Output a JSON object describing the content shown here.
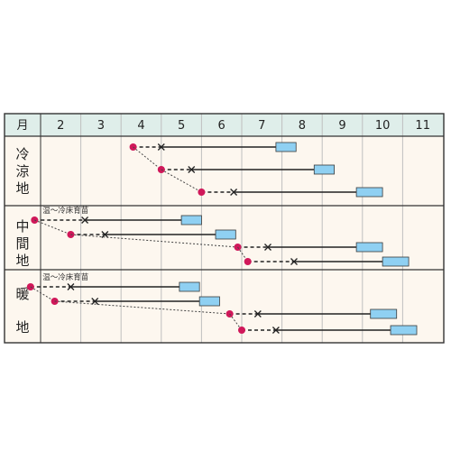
{
  "chart_data": {
    "type": "gantt",
    "corner_label": "月",
    "months": [
      "2",
      "3",
      "4",
      "5",
      "6",
      "7",
      "8",
      "9",
      "10",
      "11"
    ],
    "colors": {
      "background": "#fdf7ef",
      "grid": "#bfbfbf",
      "frame": "#333333",
      "header": "#dfeeea",
      "sow_marker": "#d0185a",
      "plant_marker": "#222222",
      "harvest_fill": "#8fd0f2",
      "harvest_stroke": "#3a3a3a"
    },
    "legend_semantics": {
      "dot": "sowing",
      "x": "planting",
      "solid_line": "growing",
      "box": "harvest"
    },
    "regions": [
      {
        "name": "冷涼地",
        "chars": [
          "冷",
          "涼",
          "地"
        ],
        "note": "",
        "rows": [
          {
            "sow": 4.3,
            "plant": 5.0,
            "harvest_start": 7.85,
            "harvest_end": 8.35
          },
          {
            "sow": 5.0,
            "plant": 5.75,
            "harvest_start": 8.8,
            "harvest_end": 9.3
          },
          {
            "sow": 6.0,
            "plant": 6.8,
            "harvest_start": 9.85,
            "harvest_end": 10.5
          }
        ]
      },
      {
        "name": "中間地",
        "chars": [
          "中",
          "間",
          "地"
        ],
        "note": "温～冷床育苗",
        "rows": [
          {
            "sow": 1.85,
            "plant": 3.1,
            "harvest_start": 5.5,
            "harvest_end": 6.0
          },
          {
            "sow": 2.75,
            "plant": 3.6,
            "harvest_start": 6.35,
            "harvest_end": 6.85
          },
          {
            "sow": 6.9,
            "plant": 7.65,
            "harvest_start": 9.85,
            "harvest_end": 10.5
          },
          {
            "sow": 7.15,
            "plant": 8.3,
            "harvest_start": 10.5,
            "harvest_end": 11.15
          }
        ]
      },
      {
        "name": "暖地",
        "chars": [
          "暖",
          "地"
        ],
        "note": "温～冷床育苗",
        "rows": [
          {
            "sow": 1.75,
            "plant": 2.75,
            "harvest_start": 5.45,
            "harvest_end": 5.95
          },
          {
            "sow": 2.35,
            "plant": 3.35,
            "harvest_start": 5.95,
            "harvest_end": 6.45
          },
          {
            "sow": 6.7,
            "plant": 7.4,
            "harvest_start": 10.2,
            "harvest_end": 10.85
          },
          {
            "sow": 7.0,
            "plant": 7.85,
            "harvest_start": 10.7,
            "harvest_end": 11.35
          }
        ]
      }
    ]
  }
}
